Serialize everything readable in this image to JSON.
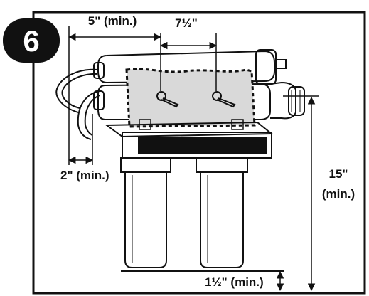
{
  "step_number": "6",
  "dimensions": {
    "filter_clearance": "5\" (min.)",
    "screw_spacing": "7½\"",
    "side_clearance": "2\" (min.)",
    "mount_height_value": "15\"",
    "mount_height_note": "(min.)",
    "floor_clearance": "1½\" (min.)"
  },
  "colors": {
    "ink": "#111111",
    "template_fill": "#d9d9d9",
    "badge": "#111111"
  }
}
